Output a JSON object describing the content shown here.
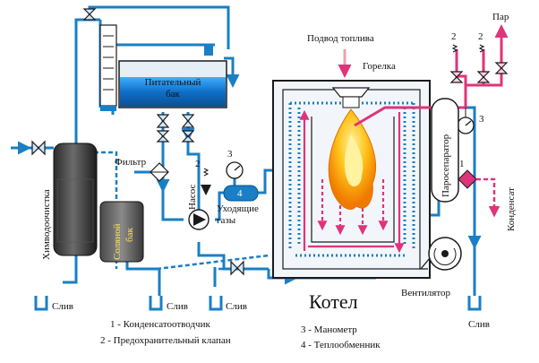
{
  "labels": {
    "feed_tank": [
      "Питательный",
      "бак"
    ],
    "salt_tank": [
      "Соляной",
      "бак"
    ],
    "water_treatment": "Химводоочистка",
    "filter": "Фильтр",
    "pump": "Насос",
    "flue_gases": [
      "Уходящие",
      "газы"
    ],
    "fuel_supply": "Подвод топлива",
    "burner": "Горелка",
    "steam": "Пар",
    "steam_separator": "Пароcепаратор",
    "condensate": "Конденсат",
    "boiler": "Котел",
    "fan": "Вентилятор",
    "drain": "Слив"
  },
  "markers": {
    "one": "1",
    "two": "2",
    "three": "3",
    "four": "4"
  },
  "legend": {
    "item1": "1 - Конденсатоотводчик",
    "item2": "2 - Предохранительный клапан",
    "item3": "3 - Манометр",
    "item4": "4 - Теплообменник"
  },
  "colors": {
    "water": "#1a7fc4",
    "steam": "#e0337a",
    "tank_fill": "#1f6fc0",
    "dark_text": "#1a1a1a"
  }
}
